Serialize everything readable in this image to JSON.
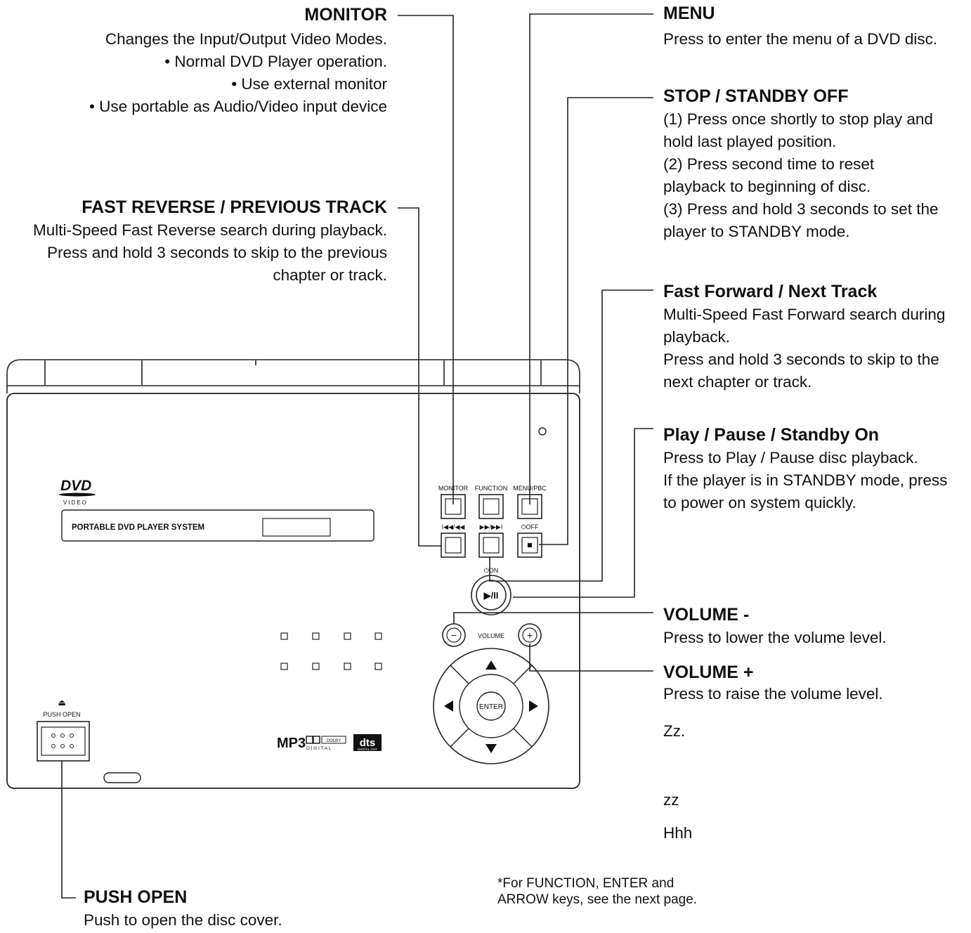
{
  "device": {
    "logo_text": "DVD",
    "logo_sub": "VIDEO",
    "panel_title": "PORTABLE DVD PLAYER SYSTEM",
    "buttons": {
      "monitor": "MONITOR",
      "function": "FUNCTION",
      "menu_pbc": "MENU/PBC",
      "prev": "I◀◀/◀◀",
      "next": "▶▶/▶▶I",
      "off": "⏻OFF",
      "on": "⏻ON",
      "play_pause": "▶/II",
      "volume": "VOLUME",
      "enter": "ENTER",
      "push_open": "PUSH OPEN",
      "vol_minus": "−",
      "vol_plus": "+"
    },
    "badges": {
      "mp3": "MP3",
      "dolby_top": "DOLBY",
      "dolby_bottom": "D I G I T A L",
      "dts": "dts",
      "dts_sub": "DIGITAL OUT"
    }
  },
  "callouts": {
    "monitor": {
      "title": "MONITOR",
      "lines": [
        "Changes the Input/Output Video Modes.",
        "• Normal DVD Player operation.",
        "• Use external monitor",
        "• Use portable as Audio/Video input device"
      ]
    },
    "fast_reverse": {
      "title": "FAST REVERSE / PREVIOUS TRACK",
      "lines": [
        "Multi-Speed Fast Reverse search during playback.",
        "Press and hold 3 seconds to skip to the previous",
        "chapter or track."
      ]
    },
    "menu": {
      "title": "MENU",
      "lines": [
        "Press to enter the menu of a DVD disc."
      ]
    },
    "stop": {
      "title": "STOP / STANDBY OFF",
      "lines": [
        "(1) Press once shortly to stop play and",
        "hold last played position.",
        "(2) Press second time to reset",
        "playback to beginning of disc.",
        "(3) Press and hold 3 seconds to set the",
        "player to STANDBY mode."
      ]
    },
    "fast_forward": {
      "title": "Fast Forward / Next Track",
      "lines": [
        "Multi-Speed Fast Forward search during",
        "playback.",
        "Press and hold 3 seconds to skip to the",
        "next chapter or track."
      ]
    },
    "play_pause": {
      "title": "Play / Pause / Standby On",
      "lines": [
        "Press to Play / Pause disc playback.",
        "If the player is in STANDBY mode, press",
        "to power on system quickly."
      ]
    },
    "volume_minus": {
      "title": "VOLUME -",
      "lines": [
        "Press to lower the volume level."
      ]
    },
    "volume_plus": {
      "title": "VOLUME +",
      "lines": [
        "Press to raise the volume level."
      ]
    },
    "push_open": {
      "title": "PUSH OPEN",
      "lines": [
        "Push to open the disc cover."
      ]
    }
  },
  "extra": {
    "zz1": "Zz.",
    "zz2": "zz",
    "hhh": "Hhh"
  },
  "footnote": [
    "*For FUNCTION, ENTER and",
    "ARROW keys, see the next page."
  ]
}
